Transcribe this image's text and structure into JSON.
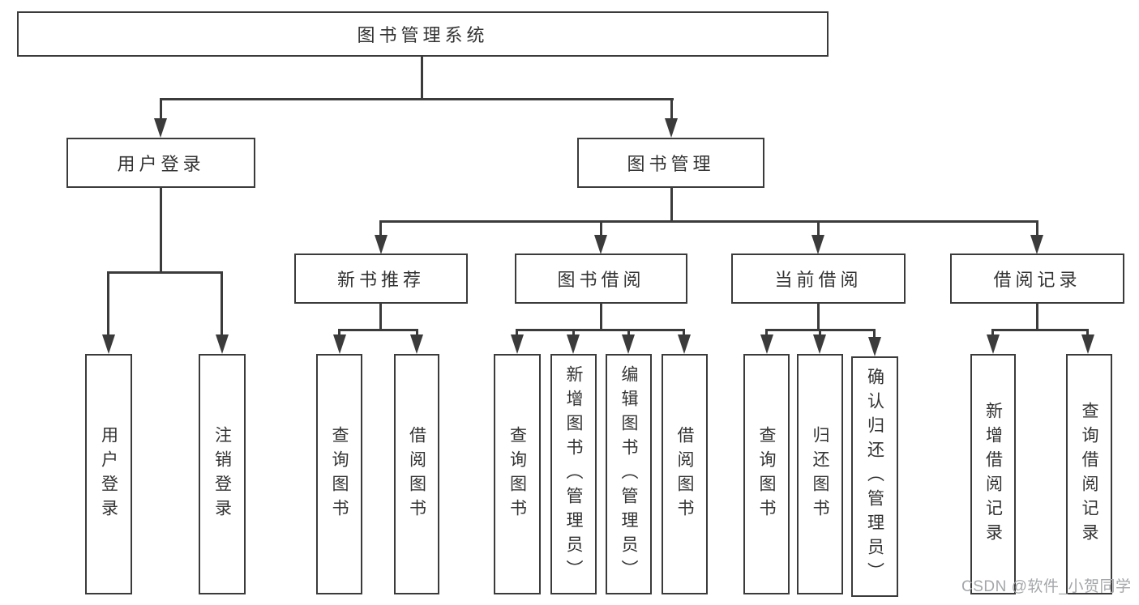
{
  "colors": {
    "line": "#3b3b3b",
    "text": "#333333",
    "background": "#ffffff",
    "watermark": "#a4a7aa"
  },
  "watermark": {
    "text": "CSDN @软件_小贺同学"
  },
  "tree": {
    "root": {
      "label": "图书管理系统"
    },
    "children": [
      {
        "label": "用户登录",
        "children": [
          {
            "label": "用户登录"
          },
          {
            "label": "注销登录"
          }
        ]
      },
      {
        "label": "图书管理",
        "children": [
          {
            "label": "新书推荐",
            "children": [
              {
                "label": "查询图书"
              },
              {
                "label": "借阅图书"
              }
            ]
          },
          {
            "label": "图书借阅",
            "children": [
              {
                "label": "查询图书"
              },
              {
                "label": "新增图书（管理员）"
              },
              {
                "label": "编辑图书（管理员）"
              },
              {
                "label": "借阅图书"
              }
            ]
          },
          {
            "label": "当前借阅",
            "children": [
              {
                "label": "查询图书"
              },
              {
                "label": "归还图书"
              },
              {
                "label": "确认归还（管理员）"
              }
            ]
          },
          {
            "label": "借阅记录",
            "children": [
              {
                "label": "新增借阅记录"
              },
              {
                "label": "查询借阅记录"
              }
            ]
          }
        ]
      }
    ]
  }
}
